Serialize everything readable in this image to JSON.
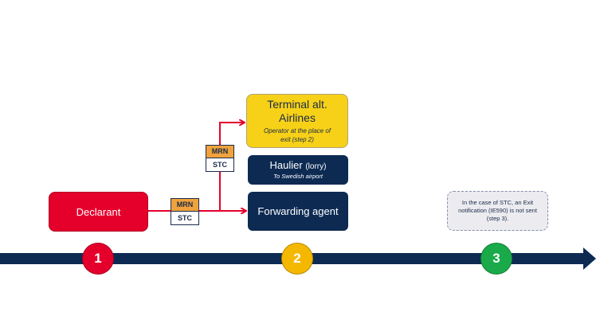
{
  "diagram": {
    "actors": {
      "declarant": {
        "label": "Declarant",
        "color": "#e4002b"
      },
      "terminal": {
        "title": "Terminal alt. Airlines",
        "subtitle": "Operator at the place of exit (step 2)",
        "color": "#f7d117"
      },
      "haulier": {
        "title": "Haulier",
        "title_suffix": "(lorry)",
        "subtitle": "To Swedish airport",
        "color": "#0d2a52"
      },
      "forwarding_agent": {
        "label": "Forwarding agent",
        "color": "#0d2a52"
      }
    },
    "tags": [
      {
        "top": "MRN",
        "bottom": "STC"
      },
      {
        "top": "MRN",
        "bottom": "STC"
      }
    ],
    "note": "In the case of STC, an Exit notification (IE590) is not sent (step 3).",
    "timeline": {
      "color": "#0d2a52",
      "steps": [
        {
          "label": "1",
          "color": "#e4002b"
        },
        {
          "label": "2",
          "color": "#f5b800"
        },
        {
          "label": "3",
          "color": "#1aaa4a"
        }
      ]
    },
    "connector_color": "#e4002b"
  }
}
